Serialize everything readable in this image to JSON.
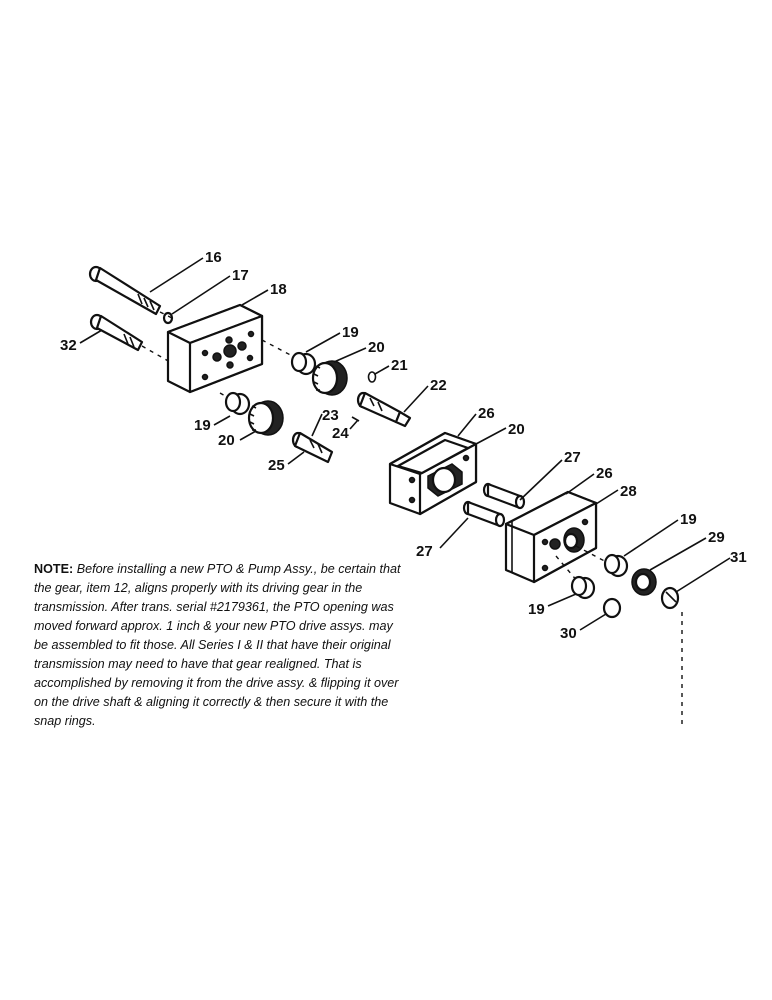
{
  "callouts": {
    "c16": "16",
    "c17": "17",
    "c18": "18",
    "c32": "32",
    "c19a": "19",
    "c20a": "20",
    "c21": "21",
    "c22": "22",
    "c19b": "19",
    "c20b": "20",
    "c23": "23",
    "c24": "24",
    "c25": "25",
    "c26a": "26",
    "c20c": "20",
    "c27a": "27",
    "c26b": "26",
    "c28": "28",
    "c27b": "27",
    "c19c": "19",
    "c29": "29",
    "c31": "31",
    "c19d": "19",
    "c30": "30"
  },
  "note": {
    "label": "NOTE:",
    "text": "Before installing a new PTO & Pump Assy., be certain that the gear, item 12, aligns properly with its driving gear in the transmission. After trans. serial #2179361, the PTO opening was moved forward approx. 1 inch & your new PTO drive assys. may be assembled to fit those. All Series I & II that have their original transmission may need to have that gear realigned. That is accomplished by removing it from the drive assy. & flipping it over on the drive shaft & aligning it correctly & then secure it with the snap rings."
  }
}
